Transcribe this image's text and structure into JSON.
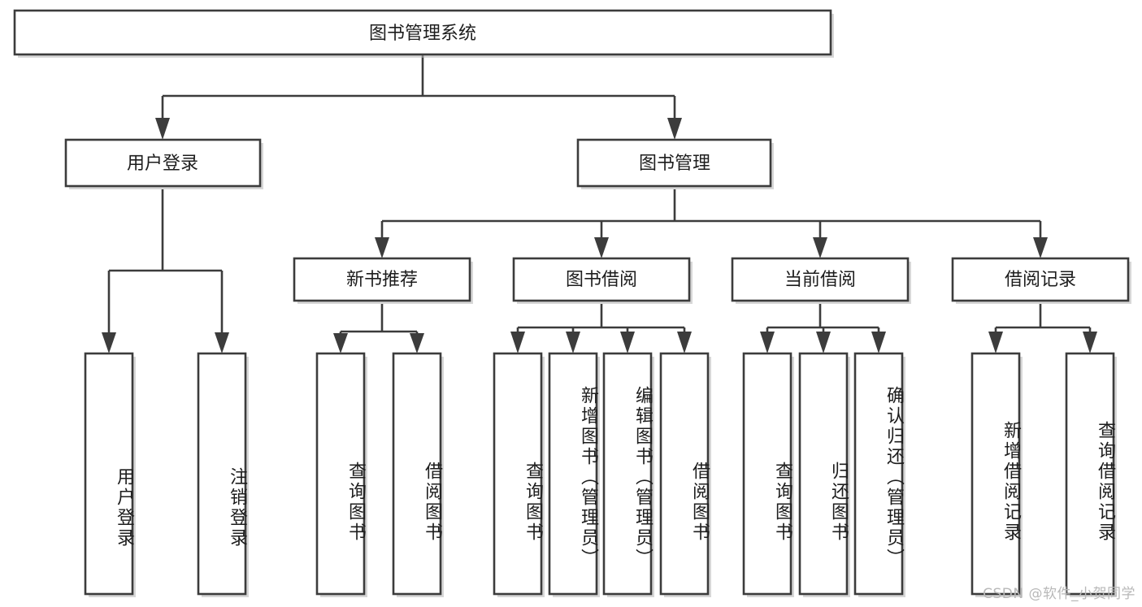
{
  "diagram": {
    "title": "图书管理系统",
    "type": "tree",
    "watermark": "CSDN @软件_小贺同学",
    "colors": {
      "box_stroke": "#3c3c3c",
      "box_fill": "#ffffff",
      "text": "#1d1d1d",
      "connector": "#3c3c3c",
      "watermark": "#b8b8b8",
      "background": "#ffffff"
    },
    "levels": {
      "root": {
        "label": "图书管理系统"
      },
      "level2": [
        {
          "label": "用户登录"
        },
        {
          "label": "图书管理"
        }
      ],
      "level3": [
        {
          "label": "新书推荐"
        },
        {
          "label": "图书借阅"
        },
        {
          "label": "当前借阅"
        },
        {
          "label": "借阅记录"
        }
      ],
      "leaves": {
        "user_login": [
          {
            "label": "用户登录"
          },
          {
            "label": "注销登录"
          }
        ],
        "new_book_recommend": [
          {
            "label": "查询图书"
          },
          {
            "label": "借阅图书"
          }
        ],
        "book_borrow": [
          {
            "label": "查询图书"
          },
          {
            "label": "新增图书（管理员）"
          },
          {
            "label": "编辑图书（管理员）"
          },
          {
            "label": "借阅图书"
          }
        ],
        "current_borrow": [
          {
            "label": "查询图书"
          },
          {
            "label": "归还图书"
          },
          {
            "label": "确认归还（管理员）"
          }
        ],
        "borrow_record": [
          {
            "label": "新增借阅记录"
          },
          {
            "label": "查询借阅记录"
          }
        ]
      }
    }
  }
}
